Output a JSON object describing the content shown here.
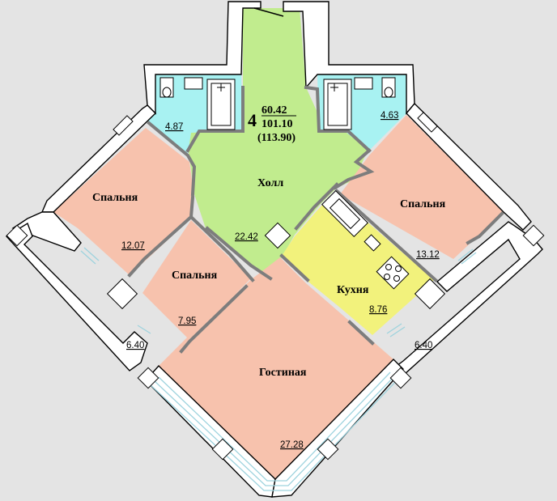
{
  "apartment": {
    "rooms_count": "4",
    "living_area": "60.42",
    "total_area": "101.10",
    "total_with_balconies": "(113.90)"
  },
  "rooms": {
    "hall": {
      "name": "Холл",
      "area": "22.42"
    },
    "bedroom_left": {
      "name": "Спальня",
      "area": "12.07"
    },
    "bedroom_middle": {
      "name": "Спальня",
      "area": "7.95"
    },
    "bedroom_right": {
      "name": "Спальня",
      "area": "13.12"
    },
    "kitchen": {
      "name": "Кухня",
      "area": "8.76"
    },
    "living_room": {
      "name": "Гостиная",
      "area": "27.28"
    },
    "bathroom_left": {
      "name": "",
      "area": "4.87"
    },
    "bathroom_right": {
      "name": "",
      "area": "4.63"
    },
    "balcony_left": {
      "name": "",
      "area": "6.40"
    },
    "balcony_right": {
      "name": "",
      "area": "6.40"
    }
  },
  "colors": {
    "hall": "#c1ec8e",
    "bedroom": "#f7c2ad",
    "kitchen": "#f2f27c",
    "bathroom": "#a8f2f2",
    "wall": "#ffffff",
    "partition": "#7d7d7d",
    "window": "#9ed3de",
    "background": "#e4e4e4"
  }
}
